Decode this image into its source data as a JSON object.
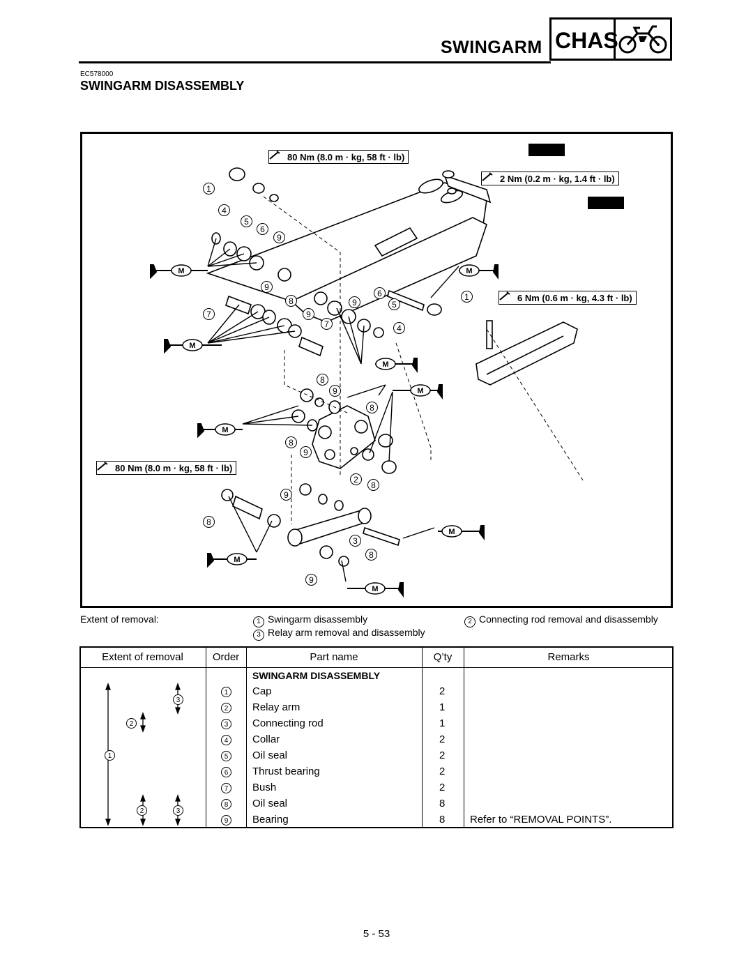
{
  "header": {
    "section": "SWINGARM",
    "chapter": "CHAS",
    "chapter_icon": "motorcycle-icon",
    "doc_code": "EC578000",
    "title": "SWINGARM DISASSEMBLY"
  },
  "diagram": {
    "torque_specs": [
      "80 Nm (8.0 m · kg, 58 ft · lb)",
      "2 Nm (0.2 m · kg, 1.4 ft · lb)",
      "6 Nm (0.6 m · kg, 4.3 ft · lb)",
      "80 Nm (8.0 m · kg, 58 ft · lb)"
    ],
    "grease_mark": "M",
    "callouts": [
      "1",
      "4",
      "5",
      "6",
      "9",
      "9",
      "7",
      "8",
      "9",
      "9",
      "7",
      "6",
      "5",
      "4",
      "1",
      "8",
      "9",
      "8",
      "8",
      "9",
      "2",
      "8",
      "9",
      "8",
      "3",
      "8",
      "9"
    ]
  },
  "extent": {
    "label": "Extent of removal:",
    "items": [
      {
        "num": "1",
        "text": "Swingarm disassembly"
      },
      {
        "num": "2",
        "text": "Connecting rod removal and disassembly"
      },
      {
        "num": "3",
        "text": "Relay arm removal and disassembly"
      }
    ]
  },
  "table": {
    "headers": [
      "Extent of removal",
      "Order",
      "Part name",
      "Q’ty",
      "Remarks"
    ],
    "section_title": "SWINGARM DISASSEMBLY",
    "extent_marks": [
      "1",
      "2",
      "3",
      "2",
      "3"
    ],
    "rows": [
      {
        "order": "1",
        "part": "Cap",
        "qty": "2",
        "remarks": ""
      },
      {
        "order": "2",
        "part": "Relay arm",
        "qty": "1",
        "remarks": ""
      },
      {
        "order": "3",
        "part": "Connecting rod",
        "qty": "1",
        "remarks": ""
      },
      {
        "order": "4",
        "part": "Collar",
        "qty": "2",
        "remarks": ""
      },
      {
        "order": "5",
        "part": "Oil seal",
        "qty": "2",
        "remarks": ""
      },
      {
        "order": "6",
        "part": "Thrust bearing",
        "qty": "2",
        "remarks": ""
      },
      {
        "order": "7",
        "part": "Bush",
        "qty": "2",
        "remarks": ""
      },
      {
        "order": "8",
        "part": "Oil seal",
        "qty": "8",
        "remarks": ""
      },
      {
        "order": "9",
        "part": "Bearing",
        "qty": "8",
        "remarks": "Refer to “REMOVAL POINTS”."
      }
    ]
  },
  "footer": {
    "page": "5 - 53"
  }
}
